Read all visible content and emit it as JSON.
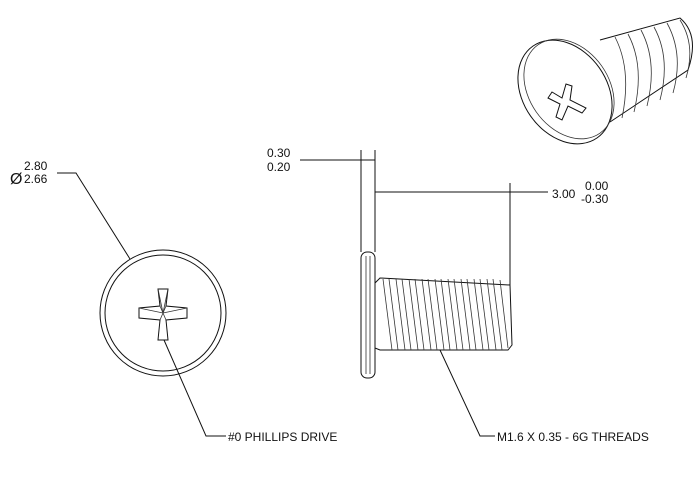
{
  "drawing": {
    "diameter": {
      "symbol": "Ø",
      "upper": "2.80",
      "lower": "2.66"
    },
    "head_thickness": {
      "upper": "0.30",
      "lower": "0.20"
    },
    "length": {
      "nominal": "3.00",
      "upper_tol": "0.00",
      "lower_tol": "-0.30"
    },
    "drive_callout": "#0 PHILLIPS DRIVE",
    "thread_callout": "M1.6 X 0.35 - 6G THREADS"
  }
}
